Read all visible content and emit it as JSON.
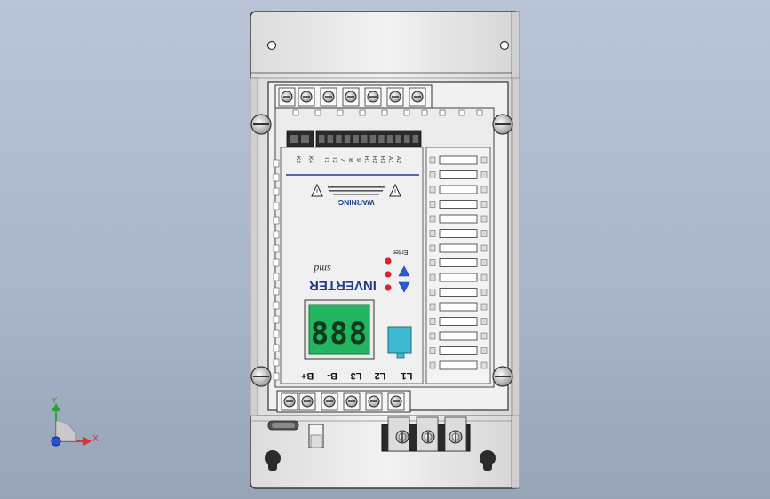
{
  "device": {
    "brand": "INVERTER",
    "model": "smd",
    "warning_title": "WARNING",
    "enter_label": "Enter",
    "display_digits": "888",
    "top_terminal_labels": [
      "K3",
      "K4",
      "T1",
      "T2",
      "7",
      "8",
      "9",
      "R1",
      "R2",
      "R3",
      "A1",
      "A2"
    ],
    "bottom_terminal_labels": [
      "L1",
      "L2",
      "L3",
      "B-",
      "B+"
    ],
    "colors": {
      "display_green": "#22b45f",
      "button_blue": "#2a5bd7",
      "led_red": "#d8242a",
      "connector_teal": "#3fb9cf",
      "case_gray": "#e9e9e9"
    }
  },
  "axis_triad": {
    "x_label": "X",
    "y_label": "Y"
  }
}
